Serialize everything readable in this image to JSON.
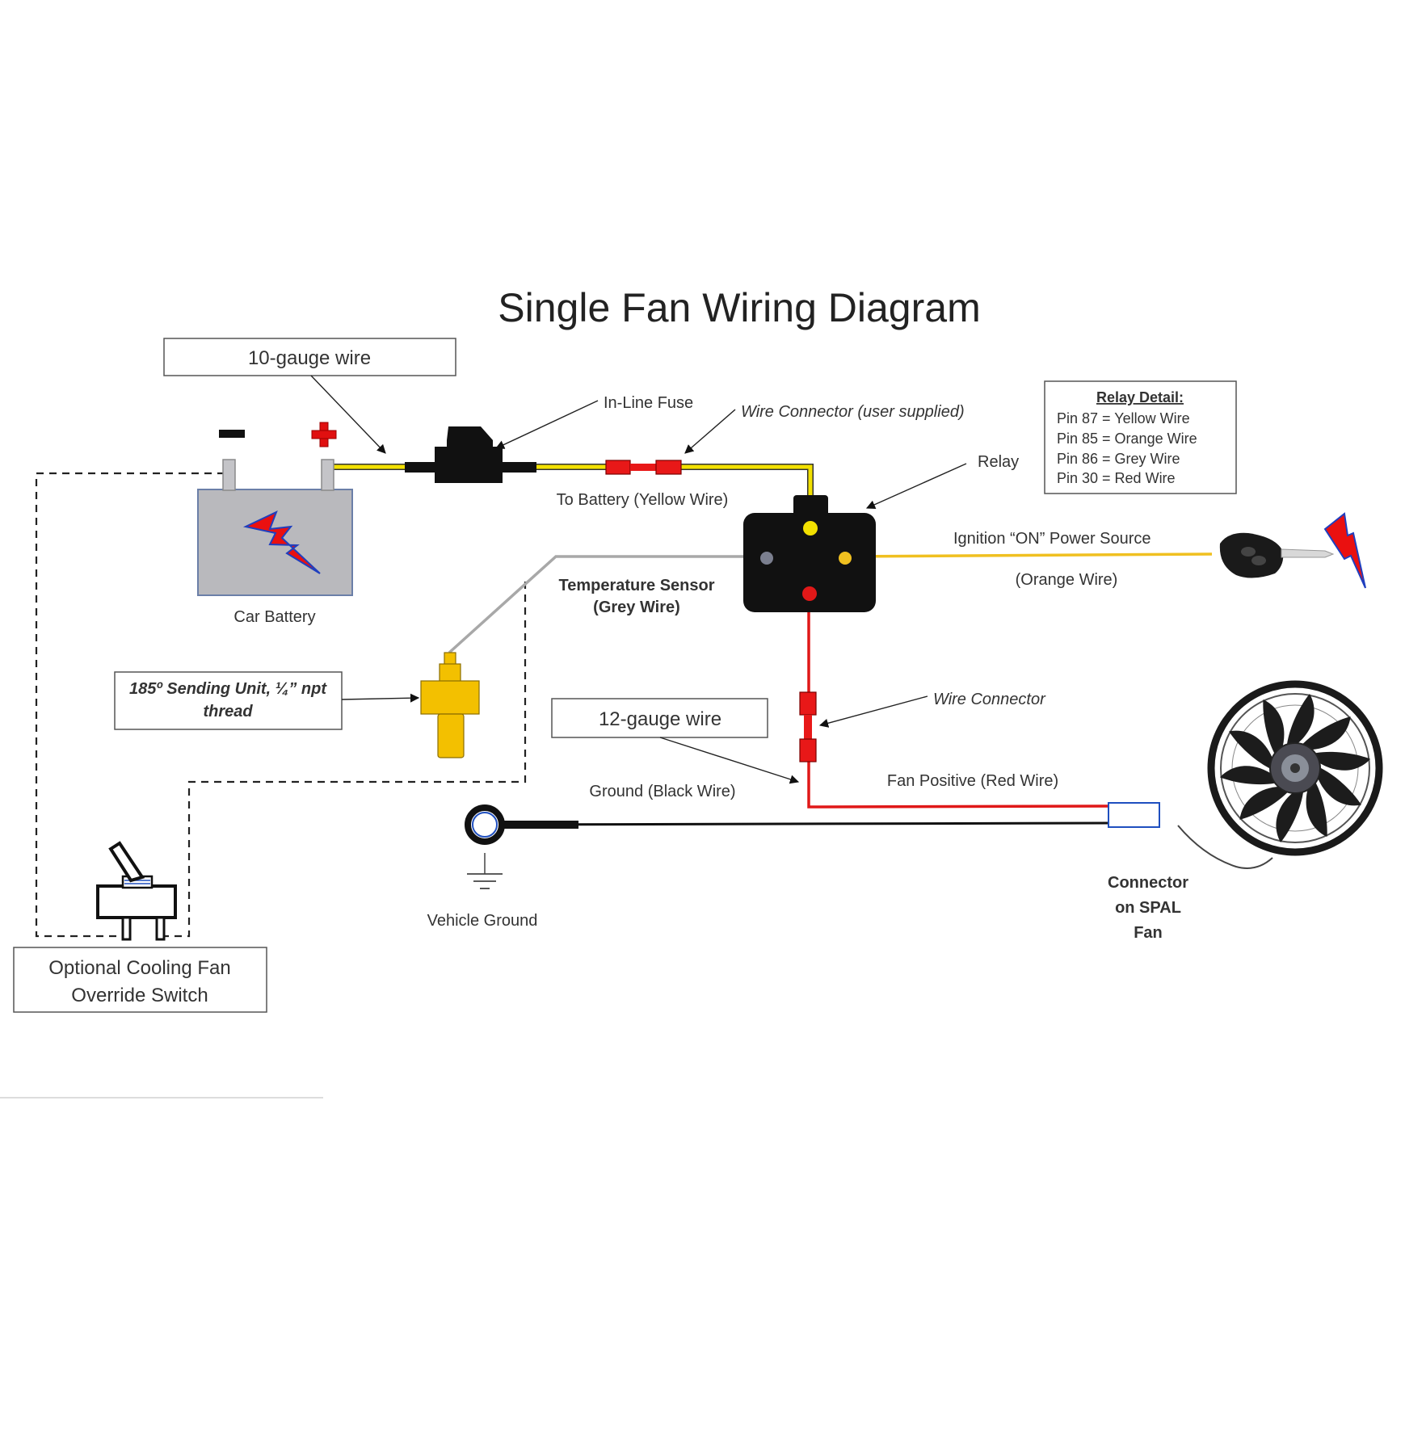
{
  "title": "Single Fan Wiring Diagram",
  "labels": {
    "gauge10": "10-gauge wire",
    "inline_fuse": "In-Line Fuse",
    "wire_connector_user": "Wire Connector (user supplied)",
    "relay": "Relay",
    "to_battery": "To Battery (Yellow Wire)",
    "car_battery": "Car Battery",
    "temp_sensor_line1": "Temperature Sensor",
    "temp_sensor_line2": "(Grey Wire)",
    "ignition": "Ignition “ON” Power Source",
    "orange_wire": "(Orange Wire)",
    "sending_unit_line1": "185º Sending Unit, ¼” npt",
    "sending_unit_line2": "thread",
    "wire_connector": "Wire Connector",
    "gauge12": "12-gauge wire",
    "fan_positive": "Fan Positive (Red Wire)",
    "ground_black": "Ground (Black Wire)",
    "vehicle_ground": "Vehicle Ground",
    "fan_connector_line1": "Connector",
    "fan_connector_line2": "on SPAL",
    "fan_connector_line3": "Fan",
    "override_line1": "Optional Cooling Fan",
    "override_line2": "Override Switch"
  },
  "relay_detail": {
    "heading": "Relay Detail:",
    "pins": [
      "Pin 87 = Yellow Wire",
      "Pin 85 = Orange Wire",
      "Pin 86 = Grey Wire",
      "Pin 30 = Red Wire"
    ]
  },
  "colors": {
    "yellow_wire": "#f2e000",
    "orange_wire": "#f0c020",
    "red_wire": "#e01818",
    "grey_wire": "#a8a8a8",
    "black_wire": "#111111",
    "battery_body": "#b9b9bd",
    "sending_unit": "#f3c000",
    "bolt": "#e81010"
  },
  "icons": {
    "battery": "car-battery-icon",
    "fuse": "inline-fuse-icon",
    "relay": "relay-icon",
    "key": "ignition-key-icon",
    "sensor": "sending-unit-icon",
    "fan": "spal-fan-icon",
    "ground": "ground-symbol-icon",
    "switch": "toggle-switch-icon"
  }
}
